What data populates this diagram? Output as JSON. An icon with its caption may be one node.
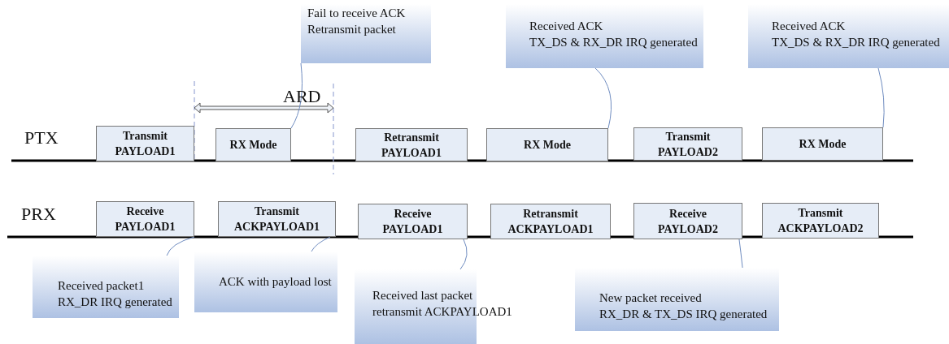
{
  "diagram": {
    "nodes": [
      {
        "text": [
          "Transmit",
          "PAYLOAD1"
        ]
      },
      {
        "text": [
          "RX Mode"
        ]
      },
      {
        "text": [
          "Retransmit",
          "PAYLOAD1"
        ]
      },
      {
        "text": [
          "RX Mode"
        ]
      },
      {
        "text": [
          "Transmit",
          "PAYLOAD2"
        ]
      },
      {
        "text": [
          "RX Mode"
        ]
      },
      {
        "text": [
          "Receive",
          "PAYLOAD1"
        ]
      },
      {
        "text": [
          "Transmit",
          "ACKPAYLOAD1"
        ]
      },
      {
        "text": [
          "Receive",
          "PAYLOAD1"
        ]
      },
      {
        "text": [
          "Retransmit",
          "ACKPAYLOAD1"
        ]
      },
      {
        "text": [
          "Receive",
          "PAYLOAD2"
        ]
      },
      {
        "text": [
          "Transmit",
          "ACKPAYLOAD2"
        ]
      },
      {
        "text": [
          "Fail to receive ACK",
          "Retransmit packet"
        ]
      },
      {
        "text": [
          "Received ACK",
          "TX_DS & RX_DR IRQ generated"
        ]
      },
      {
        "text": [
          "Received ACK",
          "TX_DS & RX_DR IRQ generated"
        ]
      },
      {
        "text": [
          "Received packet1",
          "RX_DR IRQ generated"
        ]
      },
      {
        "text": [
          "ACK with payload lost"
        ]
      },
      {
        "text": [
          "Received last packet",
          "retransmit ACKPAYLOAD1"
        ]
      },
      {
        "text": [
          "New packet received",
          "RX_DR & TX_DS IRQ generated"
        ]
      }
    ],
    "edges": [
      {
        "from": 12,
        "to": 1,
        "arrow": "none"
      },
      {
        "from": 13,
        "to": 3,
        "arrow": "none"
      },
      {
        "from": 14,
        "to": 5,
        "arrow": "none"
      },
      {
        "from": 15,
        "to": 6,
        "arrow": "none"
      },
      {
        "from": 16,
        "to": 7,
        "arrow": "none"
      },
      {
        "from": 17,
        "to": 8,
        "arrow": "none"
      },
      {
        "from": 18,
        "to": 10,
        "arrow": "none"
      }
    ],
    "labels": [
      "ARD",
      "PTX",
      "PRX"
    ]
  }
}
